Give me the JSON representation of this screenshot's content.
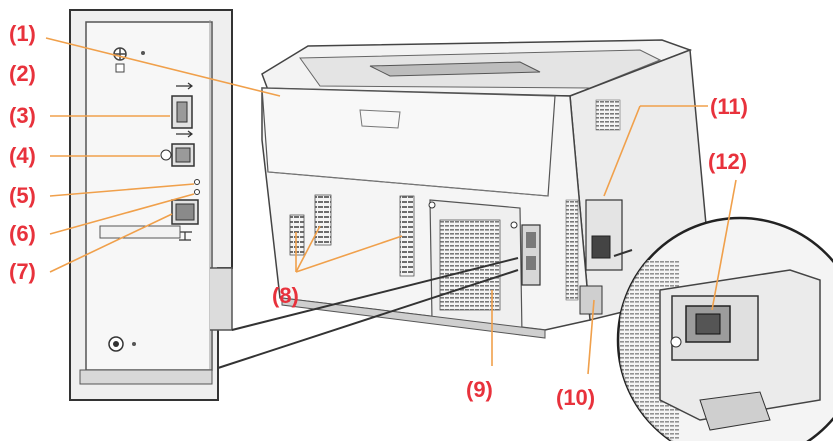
{
  "accent_color": "#e8323c",
  "leader_color": "#f0a04b",
  "callouts": [
    {
      "id": "1",
      "label": "(1)"
    },
    {
      "id": "2",
      "label": "(2)"
    },
    {
      "id": "3",
      "label": "(3)"
    },
    {
      "id": "4",
      "label": "(4)"
    },
    {
      "id": "5",
      "label": "(5)"
    },
    {
      "id": "6",
      "label": "(6)"
    },
    {
      "id": "7",
      "label": "(7)"
    },
    {
      "id": "8",
      "label": "(8)"
    },
    {
      "id": "9",
      "label": "(9)"
    },
    {
      "id": "10",
      "label": "(10)"
    },
    {
      "id": "11",
      "label": "(11)"
    },
    {
      "id": "12",
      "label": "(12)"
    }
  ]
}
